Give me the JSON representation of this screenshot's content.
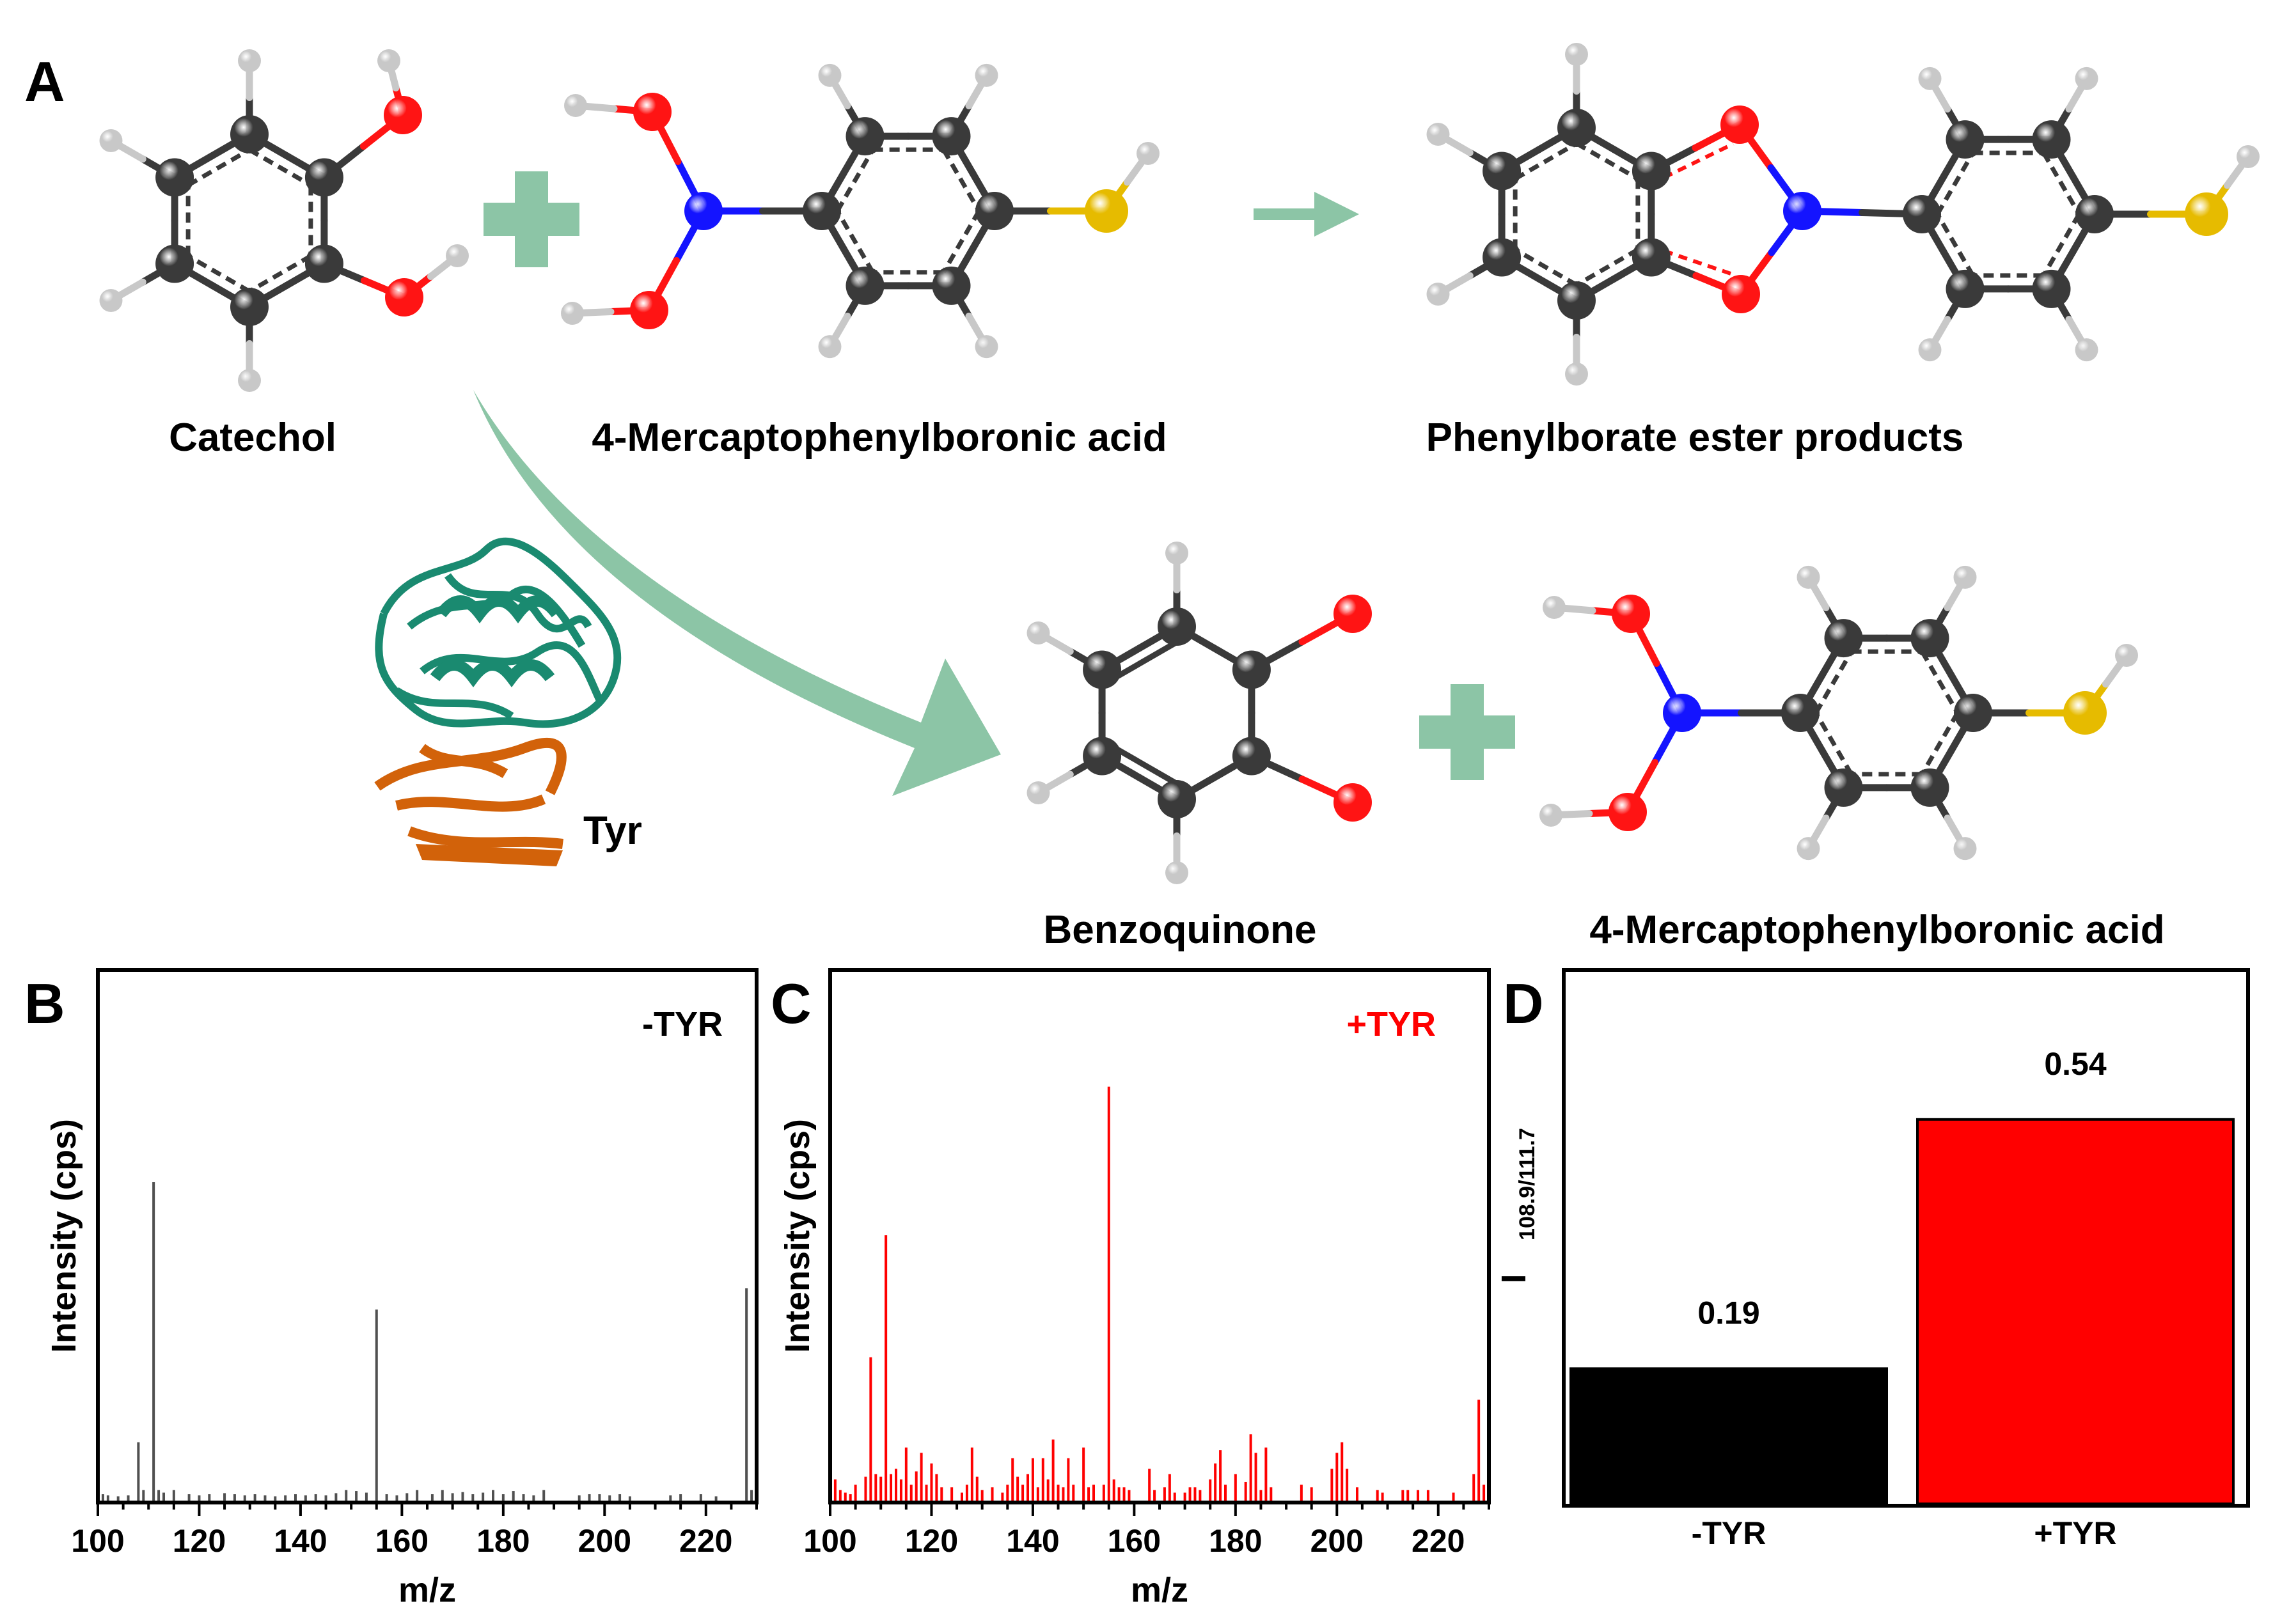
{
  "colors": {
    "carbon": "#3a3a3a",
    "hydrogen": "#c8c8c8",
    "oxygen": "#ff1414",
    "boron": "#1414ff",
    "sulfur": "#e6bb00",
    "arrow": "#8cc5a6",
    "enzyme_top": "#1a8a70",
    "enzyme_bottom": "#d2620a",
    "black": "#000000",
    "red": "#ff0000",
    "grey": "#505050"
  },
  "panel_a": {
    "letter": "A",
    "catechol_label": "Catechol",
    "mpba_label_top": "4-Mercaptophenylboronic acid",
    "ester_label": "Phenylborate ester products",
    "enzyme_label": "Tyr",
    "benzoquinone_label": "Benzoquinone",
    "mpba_label_bottom": "4-Mercaptophenylboronic acid"
  },
  "chart_data": [
    {
      "panel": "B",
      "type": "bar",
      "title": "",
      "annotation": "-TYR",
      "xlabel": "m/z",
      "ylabel": "Intensity (cps)",
      "xlim": [
        100,
        230
      ],
      "ylim": [
        0,
        1.0
      ],
      "xticks": [
        "100",
        "120",
        "140",
        "160",
        "180",
        "200",
        "220"
      ],
      "color": "#505050",
      "peaks": [
        [
          101,
          0.012
        ],
        [
          102,
          0.01
        ],
        [
          104,
          0.008
        ],
        [
          106,
          0.01
        ],
        [
          108,
          0.11
        ],
        [
          109,
          0.02
        ],
        [
          111,
          0.6
        ],
        [
          112,
          0.02
        ],
        [
          113,
          0.015
        ],
        [
          115,
          0.02
        ],
        [
          118,
          0.012
        ],
        [
          120,
          0.01
        ],
        [
          122,
          0.012
        ],
        [
          125,
          0.014
        ],
        [
          127,
          0.012
        ],
        [
          129,
          0.01
        ],
        [
          131,
          0.012
        ],
        [
          133,
          0.01
        ],
        [
          135,
          0.008
        ],
        [
          137,
          0.01
        ],
        [
          139,
          0.012
        ],
        [
          141,
          0.01
        ],
        [
          143,
          0.012
        ],
        [
          145,
          0.01
        ],
        [
          147,
          0.014
        ],
        [
          149,
          0.02
        ],
        [
          151,
          0.018
        ],
        [
          153,
          0.015
        ],
        [
          155,
          0.36
        ],
        [
          157,
          0.012
        ],
        [
          159,
          0.01
        ],
        [
          161,
          0.014
        ],
        [
          163,
          0.02
        ],
        [
          166,
          0.012
        ],
        [
          168,
          0.02
        ],
        [
          170,
          0.014
        ],
        [
          172,
          0.016
        ],
        [
          174,
          0.012
        ],
        [
          176,
          0.015
        ],
        [
          178,
          0.02
        ],
        [
          180,
          0.012
        ],
        [
          182,
          0.018
        ],
        [
          184,
          0.012
        ],
        [
          186,
          0.01
        ],
        [
          188,
          0.02
        ],
        [
          195,
          0.01
        ],
        [
          197,
          0.012
        ],
        [
          199,
          0.012
        ],
        [
          201,
          0.01
        ],
        [
          203,
          0.012
        ],
        [
          205,
          0.008
        ],
        [
          213,
          0.01
        ],
        [
          215,
          0.012
        ],
        [
          219,
          0.012
        ],
        [
          222,
          0.008
        ],
        [
          228,
          0.4
        ],
        [
          229,
          0.02
        ]
      ]
    },
    {
      "panel": "C",
      "type": "bar",
      "title": "",
      "annotation": "+TYR",
      "xlabel": "m/z",
      "ylabel": "Intensity (cps)",
      "xlim": [
        100,
        230
      ],
      "ylim": [
        0,
        1.0
      ],
      "xticks": [
        "100",
        "120",
        "140",
        "160",
        "180",
        "200",
        "220"
      ],
      "color": "#ff0000",
      "peaks": [
        [
          101,
          0.04
        ],
        [
          102,
          0.02
        ],
        [
          103,
          0.015
        ],
        [
          104,
          0.012
        ],
        [
          105,
          0.03
        ],
        [
          107,
          0.045
        ],
        [
          108,
          0.27
        ],
        [
          109,
          0.05
        ],
        [
          110,
          0.045
        ],
        [
          111,
          0.5
        ],
        [
          112,
          0.05
        ],
        [
          113,
          0.06
        ],
        [
          114,
          0.04
        ],
        [
          115,
          0.1
        ],
        [
          116,
          0.03
        ],
        [
          117,
          0.055
        ],
        [
          118,
          0.09
        ],
        [
          119,
          0.03
        ],
        [
          120,
          0.07
        ],
        [
          121,
          0.05
        ],
        [
          122,
          0.025
        ],
        [
          124,
          0.025
        ],
        [
          126,
          0.015
        ],
        [
          127,
          0.03
        ],
        [
          128,
          0.1
        ],
        [
          129,
          0.045
        ],
        [
          130,
          0.02
        ],
        [
          132,
          0.025
        ],
        [
          134,
          0.015
        ],
        [
          135,
          0.03
        ],
        [
          136,
          0.08
        ],
        [
          137,
          0.045
        ],
        [
          138,
          0.03
        ],
        [
          139,
          0.05
        ],
        [
          140,
          0.08
        ],
        [
          141,
          0.025
        ],
        [
          142,
          0.08
        ],
        [
          143,
          0.04
        ],
        [
          144,
          0.115
        ],
        [
          145,
          0.03
        ],
        [
          146,
          0.025
        ],
        [
          147,
          0.08
        ],
        [
          148,
          0.03
        ],
        [
          150,
          0.1
        ],
        [
          151,
          0.025
        ],
        [
          152,
          0.03
        ],
        [
          154,
          0.03
        ],
        [
          155,
          0.78
        ],
        [
          156,
          0.04
        ],
        [
          157,
          0.025
        ],
        [
          158,
          0.025
        ],
        [
          159,
          0.02
        ],
        [
          163,
          0.06
        ],
        [
          164,
          0.02
        ],
        [
          166,
          0.025
        ],
        [
          167,
          0.05
        ],
        [
          168,
          0.015
        ],
        [
          170,
          0.015
        ],
        [
          171,
          0.025
        ],
        [
          172,
          0.025
        ],
        [
          173,
          0.02
        ],
        [
          175,
          0.04
        ],
        [
          176,
          0.07
        ],
        [
          177,
          0.095
        ],
        [
          178,
          0.03
        ],
        [
          180,
          0.05
        ],
        [
          182,
          0.035
        ],
        [
          183,
          0.125
        ],
        [
          184,
          0.09
        ],
        [
          185,
          0.02
        ],
        [
          186,
          0.1
        ],
        [
          187,
          0.025
        ],
        [
          193,
          0.03
        ],
        [
          195,
          0.025
        ],
        [
          199,
          0.06
        ],
        [
          200,
          0.09
        ],
        [
          201,
          0.11
        ],
        [
          202,
          0.06
        ],
        [
          204,
          0.025
        ],
        [
          208,
          0.02
        ],
        [
          209,
          0.015
        ],
        [
          213,
          0.02
        ],
        [
          214,
          0.02
        ],
        [
          216,
          0.02
        ],
        [
          218,
          0.02
        ],
        [
          223,
          0.015
        ],
        [
          227,
          0.05
        ],
        [
          228,
          0.19
        ],
        [
          229,
          0.03
        ]
      ]
    },
    {
      "panel": "D",
      "type": "bar",
      "title": "",
      "xlabel": "",
      "ylabel": "I",
      "ylabel_sub": "108.9/111.7",
      "categories": [
        "-TYR",
        "+TYR"
      ],
      "values": [
        0.19,
        0.54
      ],
      "value_labels": [
        "0.19",
        "0.54"
      ],
      "colors": [
        "#000000",
        "#ff0000"
      ],
      "ylim": [
        0,
        0.75
      ]
    }
  ]
}
